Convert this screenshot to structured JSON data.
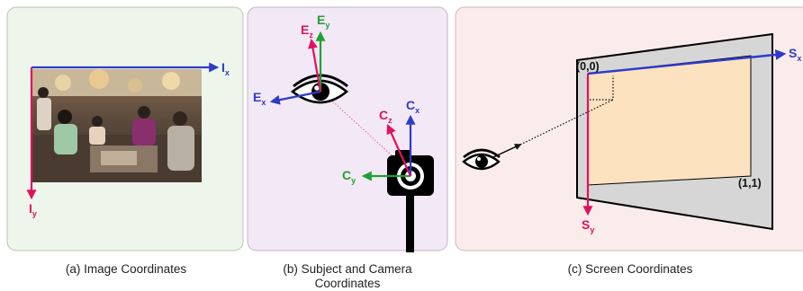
{
  "panels": {
    "a": {
      "caption": "(a) Image Coordinates",
      "bg": "#eef6ec",
      "axes": {
        "x": {
          "main": "I",
          "sub": "x",
          "color": "#2f3bc9"
        },
        "y": {
          "main": "I",
          "sub": "y",
          "color": "#e0115f"
        }
      },
      "photo_icon": "photo-restaurant-scene"
    },
    "b": {
      "caption_line1": "(b) Subject and Camera",
      "caption_line2": "Coordinates",
      "bg": "#f3e8f6",
      "eye_axes": {
        "x": {
          "main": "E",
          "sub": "x",
          "color": "#2f3bc9"
        },
        "y": {
          "main": "E",
          "sub": "y",
          "color": "#1fa12f"
        },
        "z": {
          "main": "E",
          "sub": "z",
          "color": "#e0115f"
        }
      },
      "camera_axes": {
        "x": {
          "main": "C",
          "sub": "x",
          "color": "#2f3bc9"
        },
        "y": {
          "main": "C",
          "sub": "y",
          "color": "#1fa12f"
        },
        "z": {
          "main": "C",
          "sub": "z",
          "color": "#e0115f"
        }
      }
    },
    "c": {
      "caption": "(c) Screen Coordinates",
      "bg": "#fbecec",
      "axes": {
        "x": {
          "main": "S",
          "sub": "x",
          "color": "#2f3bc9"
        },
        "y": {
          "main": "S",
          "sub": "y",
          "color": "#e0115f"
        }
      },
      "origin_label": "(0,0)",
      "corner_label": "(1,1)",
      "screen_fill": "#fde2c0",
      "bezel_fill": "#d6d6d6"
    }
  }
}
